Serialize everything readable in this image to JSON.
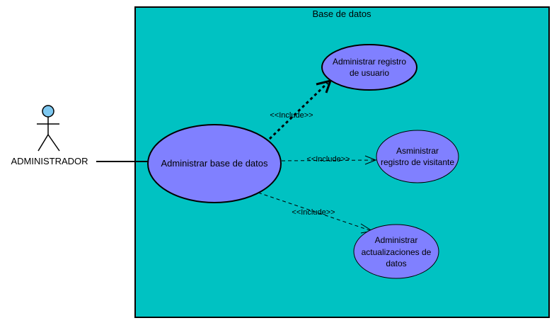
{
  "system": {
    "title": "Base de datos"
  },
  "actor": {
    "name": "ADMINISTRADOR",
    "icon": "stick-figure-actor-icon"
  },
  "use_cases": {
    "main": {
      "label": "Administrar base de datos"
    },
    "registro_usuario": {
      "line1": "Administrar registro",
      "line2": "de usuario"
    },
    "registro_visitante": {
      "line1": "Asministrar",
      "line2": "registro de visitante"
    },
    "actualizaciones": {
      "line1": "Administrar",
      "line2": "actualizaciones de",
      "line3": "datos"
    }
  },
  "relations": {
    "include_usuario": "<<Include>>",
    "include_visitante": "<<Include>>",
    "include_actualizaciones": "<<Include>>"
  },
  "colors": {
    "system_fill": "#00c2c2",
    "use_case_fill": "#8080ff",
    "actor_head": "#7ec8f0",
    "line": "#000000"
  }
}
